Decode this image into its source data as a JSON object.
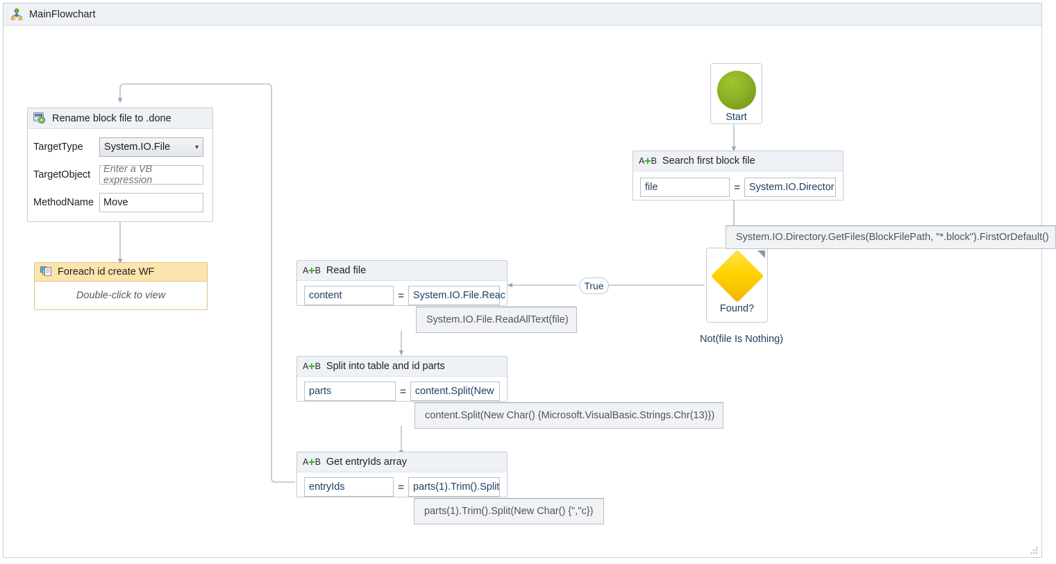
{
  "window": {
    "breadcrumb": "MainFlowchart",
    "breadcrumb_icon": "flowchart-icon",
    "resize_grip_icon": "resize-grip-icon"
  },
  "nodes": {
    "start": {
      "label": "Start",
      "icon": "start-circle-icon"
    },
    "search_block": {
      "icon": "assign-ab-icon",
      "title": "Search first block file",
      "to": "file",
      "operator": "=",
      "value": "System.IO.Director",
      "tooltip": "System.IO.Directory.GetFiles(BlockFilePath, \"*.block\").FirstOrDefault()"
    },
    "found": {
      "label": "Found?",
      "caption": "Not(file Is Nothing)",
      "icon": "decision-diamond-icon",
      "corner_icon": "collapse-corner-icon"
    },
    "read_file": {
      "icon": "assign-ab-icon",
      "title": "Read file",
      "to": "content",
      "operator": "=",
      "value": "System.IO.File.Reac",
      "tooltip": "System.IO.File.ReadAllText(file)"
    },
    "split_parts": {
      "icon": "assign-ab-icon",
      "title": "Split into table and id parts",
      "to": "parts",
      "operator": "=",
      "value": "content.Split(New ",
      "tooltip": "content.Split(New Char() {Microsoft.VisualBasic.Strings.Chr(13)})"
    },
    "entry_ids": {
      "icon": "assign-ab-icon",
      "title": "Get entryIds array",
      "to": "entryIds",
      "operator": "=",
      "value": "parts(1).Trim().Split",
      "tooltip": "parts(1).Trim().Split(New Char() {\",\"c})"
    },
    "rename_block": {
      "icon": "invoke-method-icon",
      "title": "Rename block file to .done",
      "properties": [
        {
          "label": "TargetType",
          "kind": "combo",
          "value": "System.IO.File",
          "chevron": "chevron-down-icon"
        },
        {
          "label": "TargetObject",
          "kind": "input",
          "value": "",
          "placeholder": "Enter a VB expression"
        },
        {
          "label": "MethodName",
          "kind": "input",
          "value": "Move",
          "placeholder": ""
        }
      ]
    },
    "foreach": {
      "icon": "foreach-workflow-icon",
      "title": "Foreach id create WF",
      "body": "Double-click to view"
    }
  },
  "edges": {
    "true_label": "True"
  },
  "colors": {
    "start_green": "#8cb327",
    "decision_yellow": "#ffd400",
    "header_grey": "#eef1f5",
    "foreach_amber": "#fce4ad",
    "wire_grey": "#b9c2cf",
    "text_blue": "#1c3f63"
  }
}
